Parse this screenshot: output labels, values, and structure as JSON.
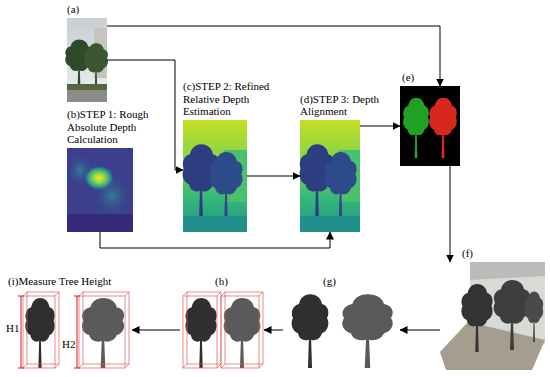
{
  "diagram": {
    "nodes": [
      {
        "text": [
          "(a)"
        ]
      },
      {
        "text": [
          "(b)STEP 1: Rough Absolute Depth Calculation"
        ]
      },
      {
        "text": [
          "(c)STEP 2: Refined Relative Depth Estimation"
        ]
      },
      {
        "text": [
          "(d)STEP 3: Depth Alignment"
        ]
      },
      {
        "text": [
          "(e)"
        ]
      },
      {
        "text": [
          "(f)"
        ]
      },
      {
        "text": [
          "(g)"
        ]
      },
      {
        "text": [
          "(h)"
        ]
      },
      {
        "text": [
          "(i)Measure Tree Height"
        ]
      }
    ],
    "edges": [
      {
        "from": 0,
        "to": 2,
        "arrow": "to"
      },
      {
        "from": 0,
        "to": 4,
        "arrow": "to"
      },
      {
        "from": 1,
        "to": 3,
        "arrow": "to"
      },
      {
        "from": 2,
        "to": 3,
        "arrow": "to"
      },
      {
        "from": 3,
        "to": 4,
        "arrow": "to"
      },
      {
        "from": 4,
        "to": 5,
        "arrow": "to"
      },
      {
        "from": 5,
        "to": 6,
        "arrow": "to"
      },
      {
        "from": 6,
        "to": 7,
        "arrow": "to"
      },
      {
        "from": 7,
        "to": 8,
        "arrow": "to"
      }
    ],
    "labels": [
      "H1",
      "H2"
    ]
  }
}
